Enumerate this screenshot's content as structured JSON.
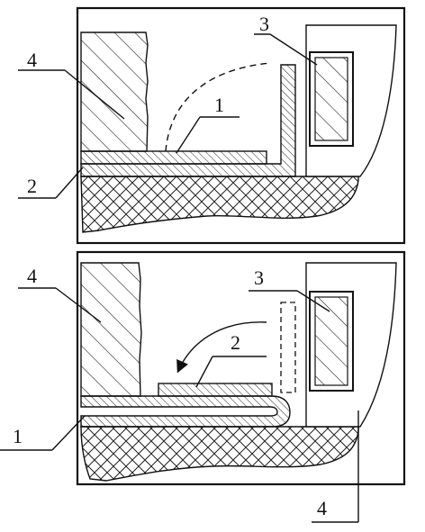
{
  "panels": [
    {
      "id": "top",
      "labels": {
        "part1": "1",
        "part2": "2",
        "part3": "3",
        "part4": "4"
      }
    },
    {
      "id": "bottom",
      "labels": {
        "part1": "1",
        "part2": "2",
        "part3": "3",
        "part4_left": "4",
        "part4_bottom": "4"
      }
    }
  ]
}
